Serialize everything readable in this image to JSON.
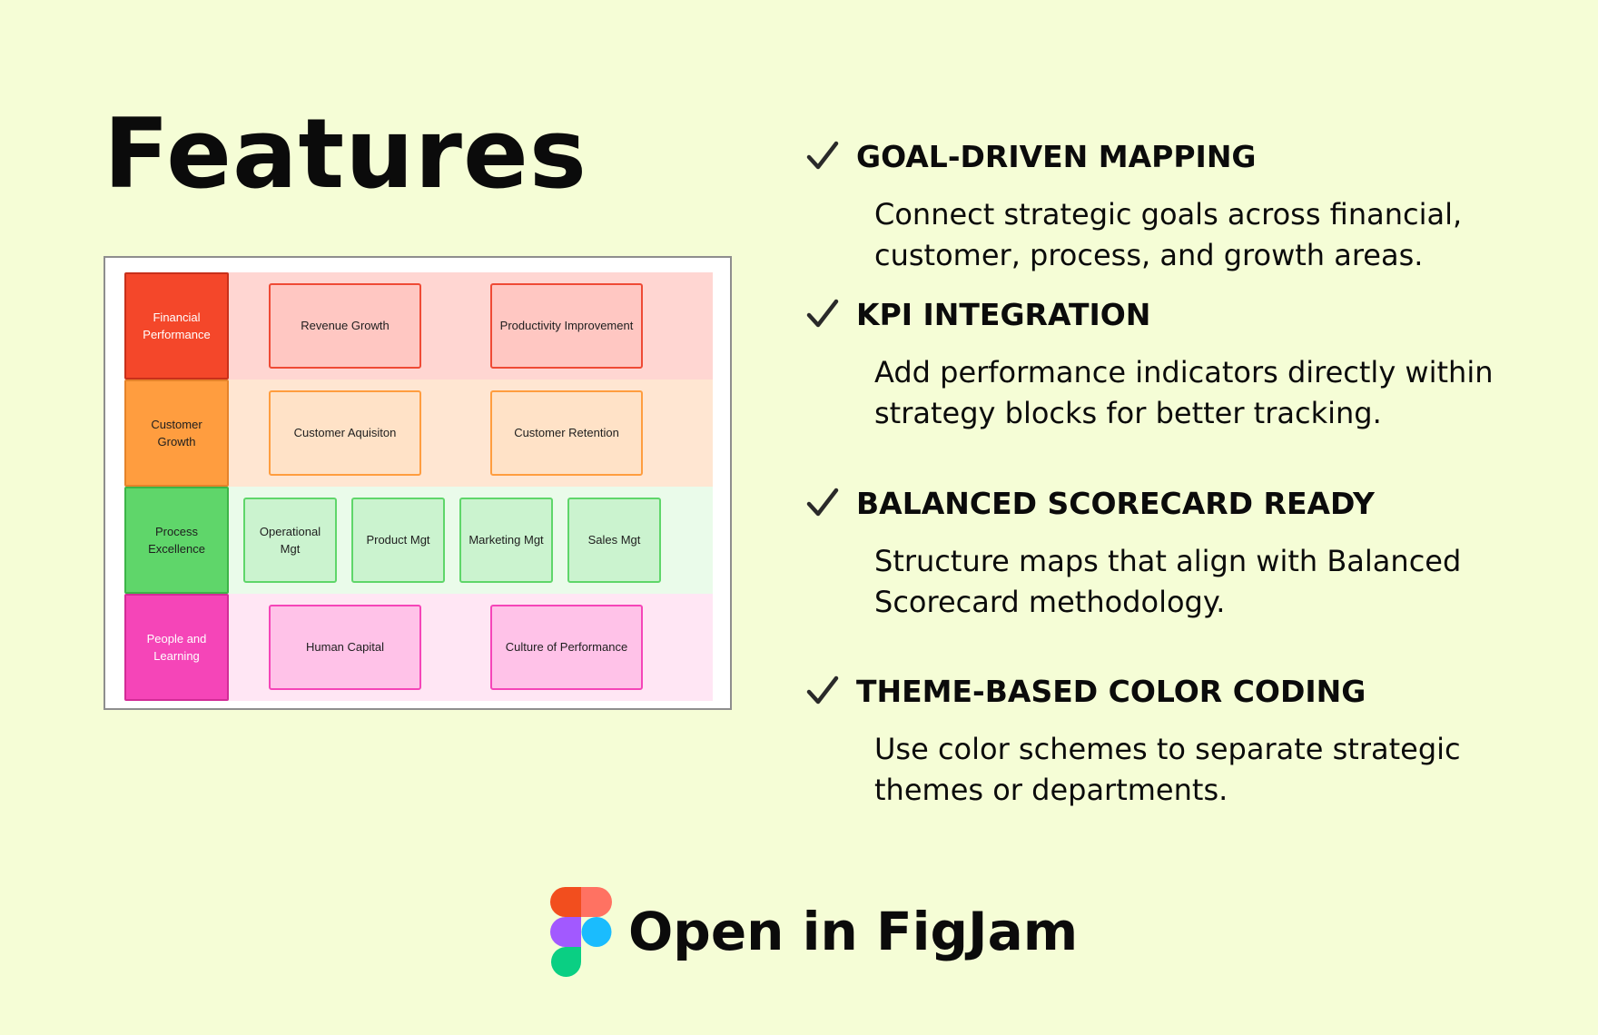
{
  "page": {
    "background": "#f5fdd6"
  },
  "title": "Features",
  "strategy_map": {
    "rows": [
      {
        "label": "Financial Performance",
        "label_color": "#f4472a",
        "label_border": "#c8301a",
        "label_text_color": "#ffffff",
        "band_color": "#ffd6d2",
        "card_fill": "#ffc7c2",
        "card_border": "#ef4a35",
        "cards": [
          "Revenue Growth",
          "Productivity Improvement"
        ]
      },
      {
        "label": "Customer Growth",
        "label_color": "#ff9d3f",
        "label_border": "#e5832a",
        "label_text_color": "#1e1e1e",
        "band_color": "#ffe6d2",
        "card_fill": "#ffe2c7",
        "card_border": "#ff9d3f",
        "cards": [
          "Customer Aquisiton",
          "Customer Retention"
        ]
      },
      {
        "label": "Process Excellence",
        "label_color": "#5fd66a",
        "label_border": "#3cb548",
        "label_text_color": "#1e1e1e",
        "band_color": "#eafbea",
        "card_fill": "#cbf3cf",
        "card_border": "#5fd66a",
        "cards": [
          "Operational Mgt",
          "Product Mgt",
          "Marketing Mgt",
          "Sales Mgt"
        ]
      },
      {
        "label": "People and Learning",
        "label_color": "#f545b8",
        "label_border": "#d22c97",
        "label_text_color": "#ffffff",
        "band_color": "#ffe6f4",
        "card_fill": "#ffc2e8",
        "card_border": "#f545b8",
        "cards": [
          "Human Capital",
          "Culture of Performance"
        ]
      }
    ]
  },
  "features": [
    {
      "icon": "checkmark-icon",
      "heading": "GOAL-DRIVEN MAPPING",
      "description": "Connect strategic goals across financial, customer, process, and growth areas."
    },
    {
      "icon": "checkmark-icon",
      "heading": "KPI INTEGRATION",
      "description": "Add performance indicators directly within strategy blocks for better tracking."
    },
    {
      "icon": "checkmark-icon",
      "heading": "BALANCED SCORECARD READY",
      "description": "Structure maps that align with Balanced Scorecard methodology."
    },
    {
      "icon": "checkmark-icon",
      "heading": "THEME-BASED COLOR CODING",
      "description": "Use color schemes to separate strategic themes or departments."
    }
  ],
  "cta": {
    "label": "Open in FigJam",
    "icon": "figma-logo-icon",
    "logo_colors": {
      "red": "#f24e1e",
      "coral": "#ff7262",
      "purple": "#a259ff",
      "blue": "#1abcfe",
      "green": "#0acf83"
    }
  }
}
